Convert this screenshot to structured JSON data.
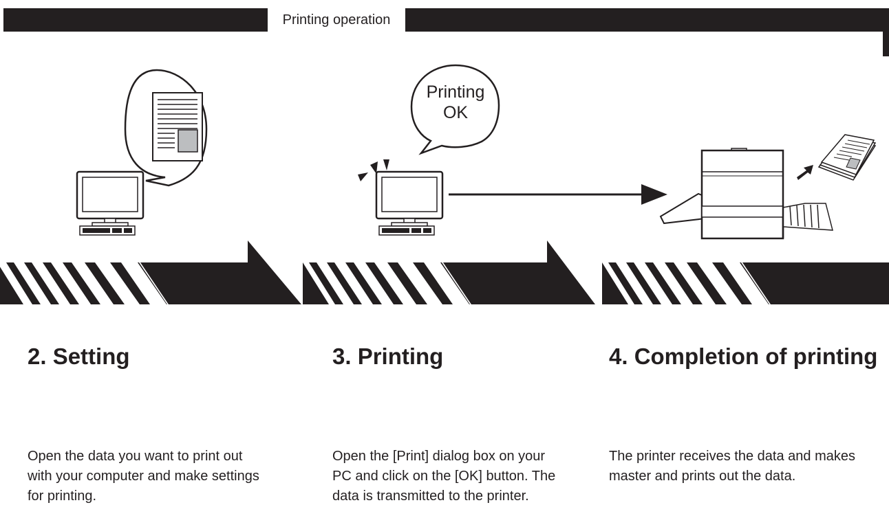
{
  "header": {
    "title": "Printing operation"
  },
  "callout": {
    "line1": "Printing",
    "line2": "OK"
  },
  "steps": [
    {
      "title": "2. Setting",
      "description": "Open the data you want to print out with your computer and make settings for printing."
    },
    {
      "title": "3. Printing",
      "description": "Open the [Print] dialog box on your PC and click on the [OK] button. The data is transmitted to the printer."
    },
    {
      "title": "4. Completion of printing",
      "description": "The printer receives the data and makes master and prints out the data."
    }
  ],
  "icons": [
    "computer-icon",
    "document-icon",
    "speech-bubble-icon",
    "notification-marks-icon",
    "arrow-icon",
    "printer-icon",
    "printed-sheets-icon",
    "step-arrow-icon"
  ],
  "colors": {
    "ink": "#231f20",
    "paper": "#ffffff",
    "photo": "#bcbec0"
  }
}
